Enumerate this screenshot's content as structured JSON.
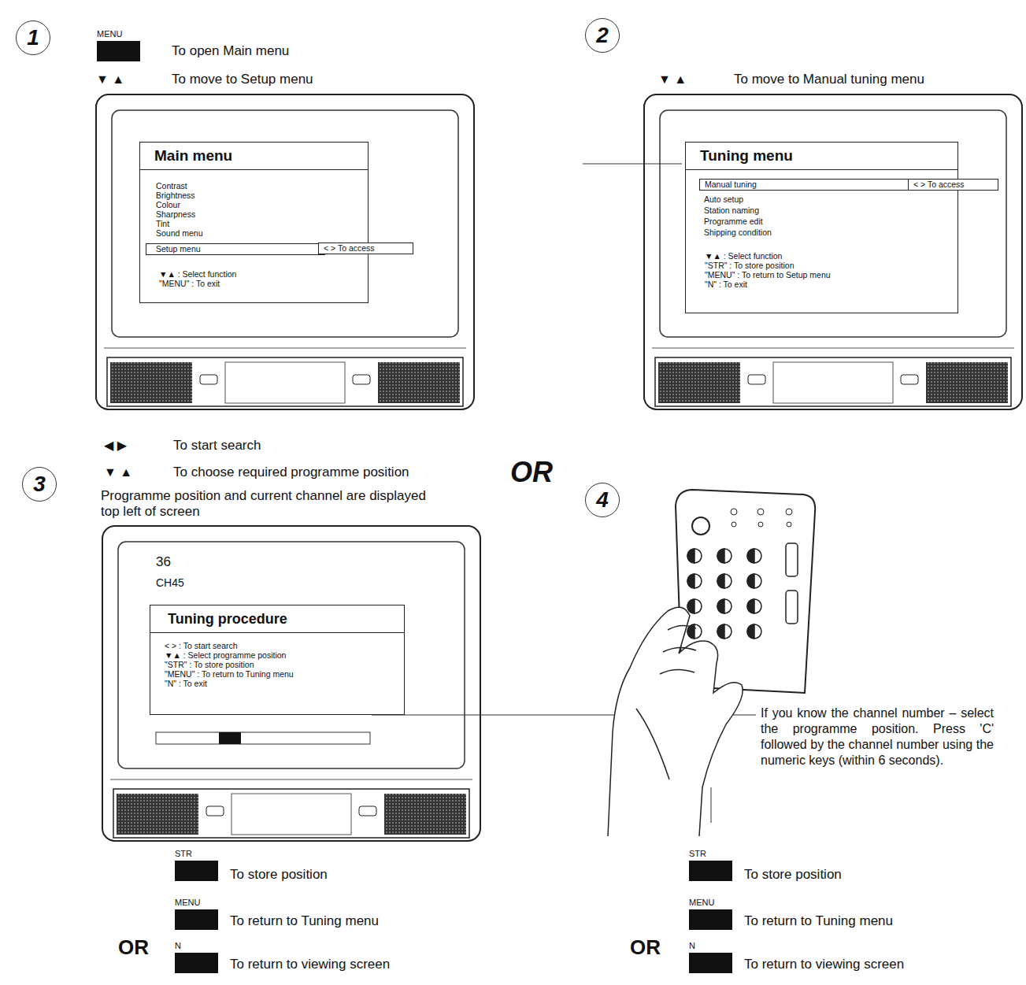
{
  "diagram": {
    "nodes": [
      {
        "text": [
          "1"
        ]
      },
      {
        "text": [
          "MENU"
        ]
      },
      {
        "text": [
          "Main menu",
          "Contrast",
          "Brightness",
          "Colour",
          "Sharpness",
          "Tint",
          "Sound menu",
          "▼▲ : Select function",
          "\"MENU\" : To exit"
        ]
      },
      {
        "text": [
          "Setup menu"
        ],
        "in": 2
      },
      {
        "text": [
          "< > To access"
        ]
      },
      {
        "text": [
          "2"
        ]
      },
      {
        "text": [
          "Tuning menu",
          "Auto setup",
          "Station naming",
          "Programme edit",
          "Shipping condition",
          "▼▲ : Select function",
          "\"STR\" : To store position",
          "\"MENU\" : To return to Setup menu",
          "\"N\" : To exit"
        ]
      },
      {
        "text": [
          "Manual tuning"
        ],
        "in": 6
      },
      {
        "text": [
          "< > To access"
        ]
      },
      {
        "text": [
          "3"
        ]
      },
      {
        "text": [
          "Tuning procedure",
          "< > : To start search",
          "▼▲ : Select programme position",
          "\"STR\" : To store position",
          "\"MENU\" : To return to Tuning menu",
          "\"N\" : To exit"
        ]
      },
      {
        "text": [
          "STR"
        ]
      },
      {
        "text": [
          "MENU"
        ]
      },
      {
        "text": [
          "N"
        ]
      },
      {
        "text": [
          "4"
        ]
      },
      {
        "text": [
          "STR"
        ]
      },
      {
        "text": [
          "MENU"
        ]
      },
      {
        "text": [
          "N"
        ]
      }
    ],
    "labels": [
      "To open Main menu",
      "▼ ▲",
      "To move to Setup menu",
      "▼ ▲",
      "To move to Manual tuning menu",
      "◀ ▶",
      "To start search",
      "▼ ▲",
      "To choose required programme position",
      "OR",
      "Programme position and current channel are displayed top left of screen",
      "36",
      "CH45",
      "If you know the channel number – select the programme position. Press 'C' followed by the channel number using the numeric keys (within 6 seconds).",
      "To store position",
      "To return to Tuning menu",
      "OR",
      "To return to viewing screen",
      "To store position",
      "To return to Tuning menu",
      "OR",
      "To return to viewing screen"
    ]
  }
}
